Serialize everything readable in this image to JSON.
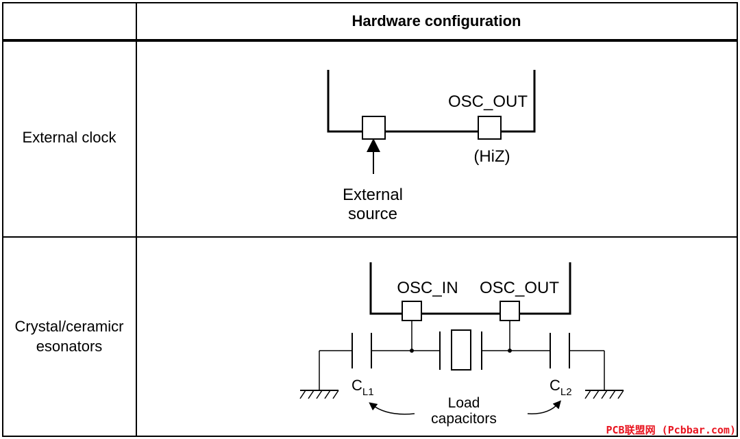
{
  "table": {
    "header": "Hardware configuration",
    "rows": [
      {
        "label": "External clock"
      },
      {
        "label_line1": "Crystal/ceramicr",
        "label_line2": "esonators"
      }
    ]
  },
  "external_clock": {
    "osc_out": "OSC_OUT",
    "hiz": "(HiZ)",
    "source_line1": "External",
    "source_line2": "source"
  },
  "crystal": {
    "osc_in": "OSC_IN",
    "osc_out": "OSC_OUT",
    "cl1_main": "C",
    "cl1_sub": "L1",
    "cl2_main": "C",
    "cl2_sub": "L2",
    "load_line1": "Load",
    "load_line2": "capacitors"
  },
  "watermark": "PCB联盟网 (Pcbbar.com)"
}
